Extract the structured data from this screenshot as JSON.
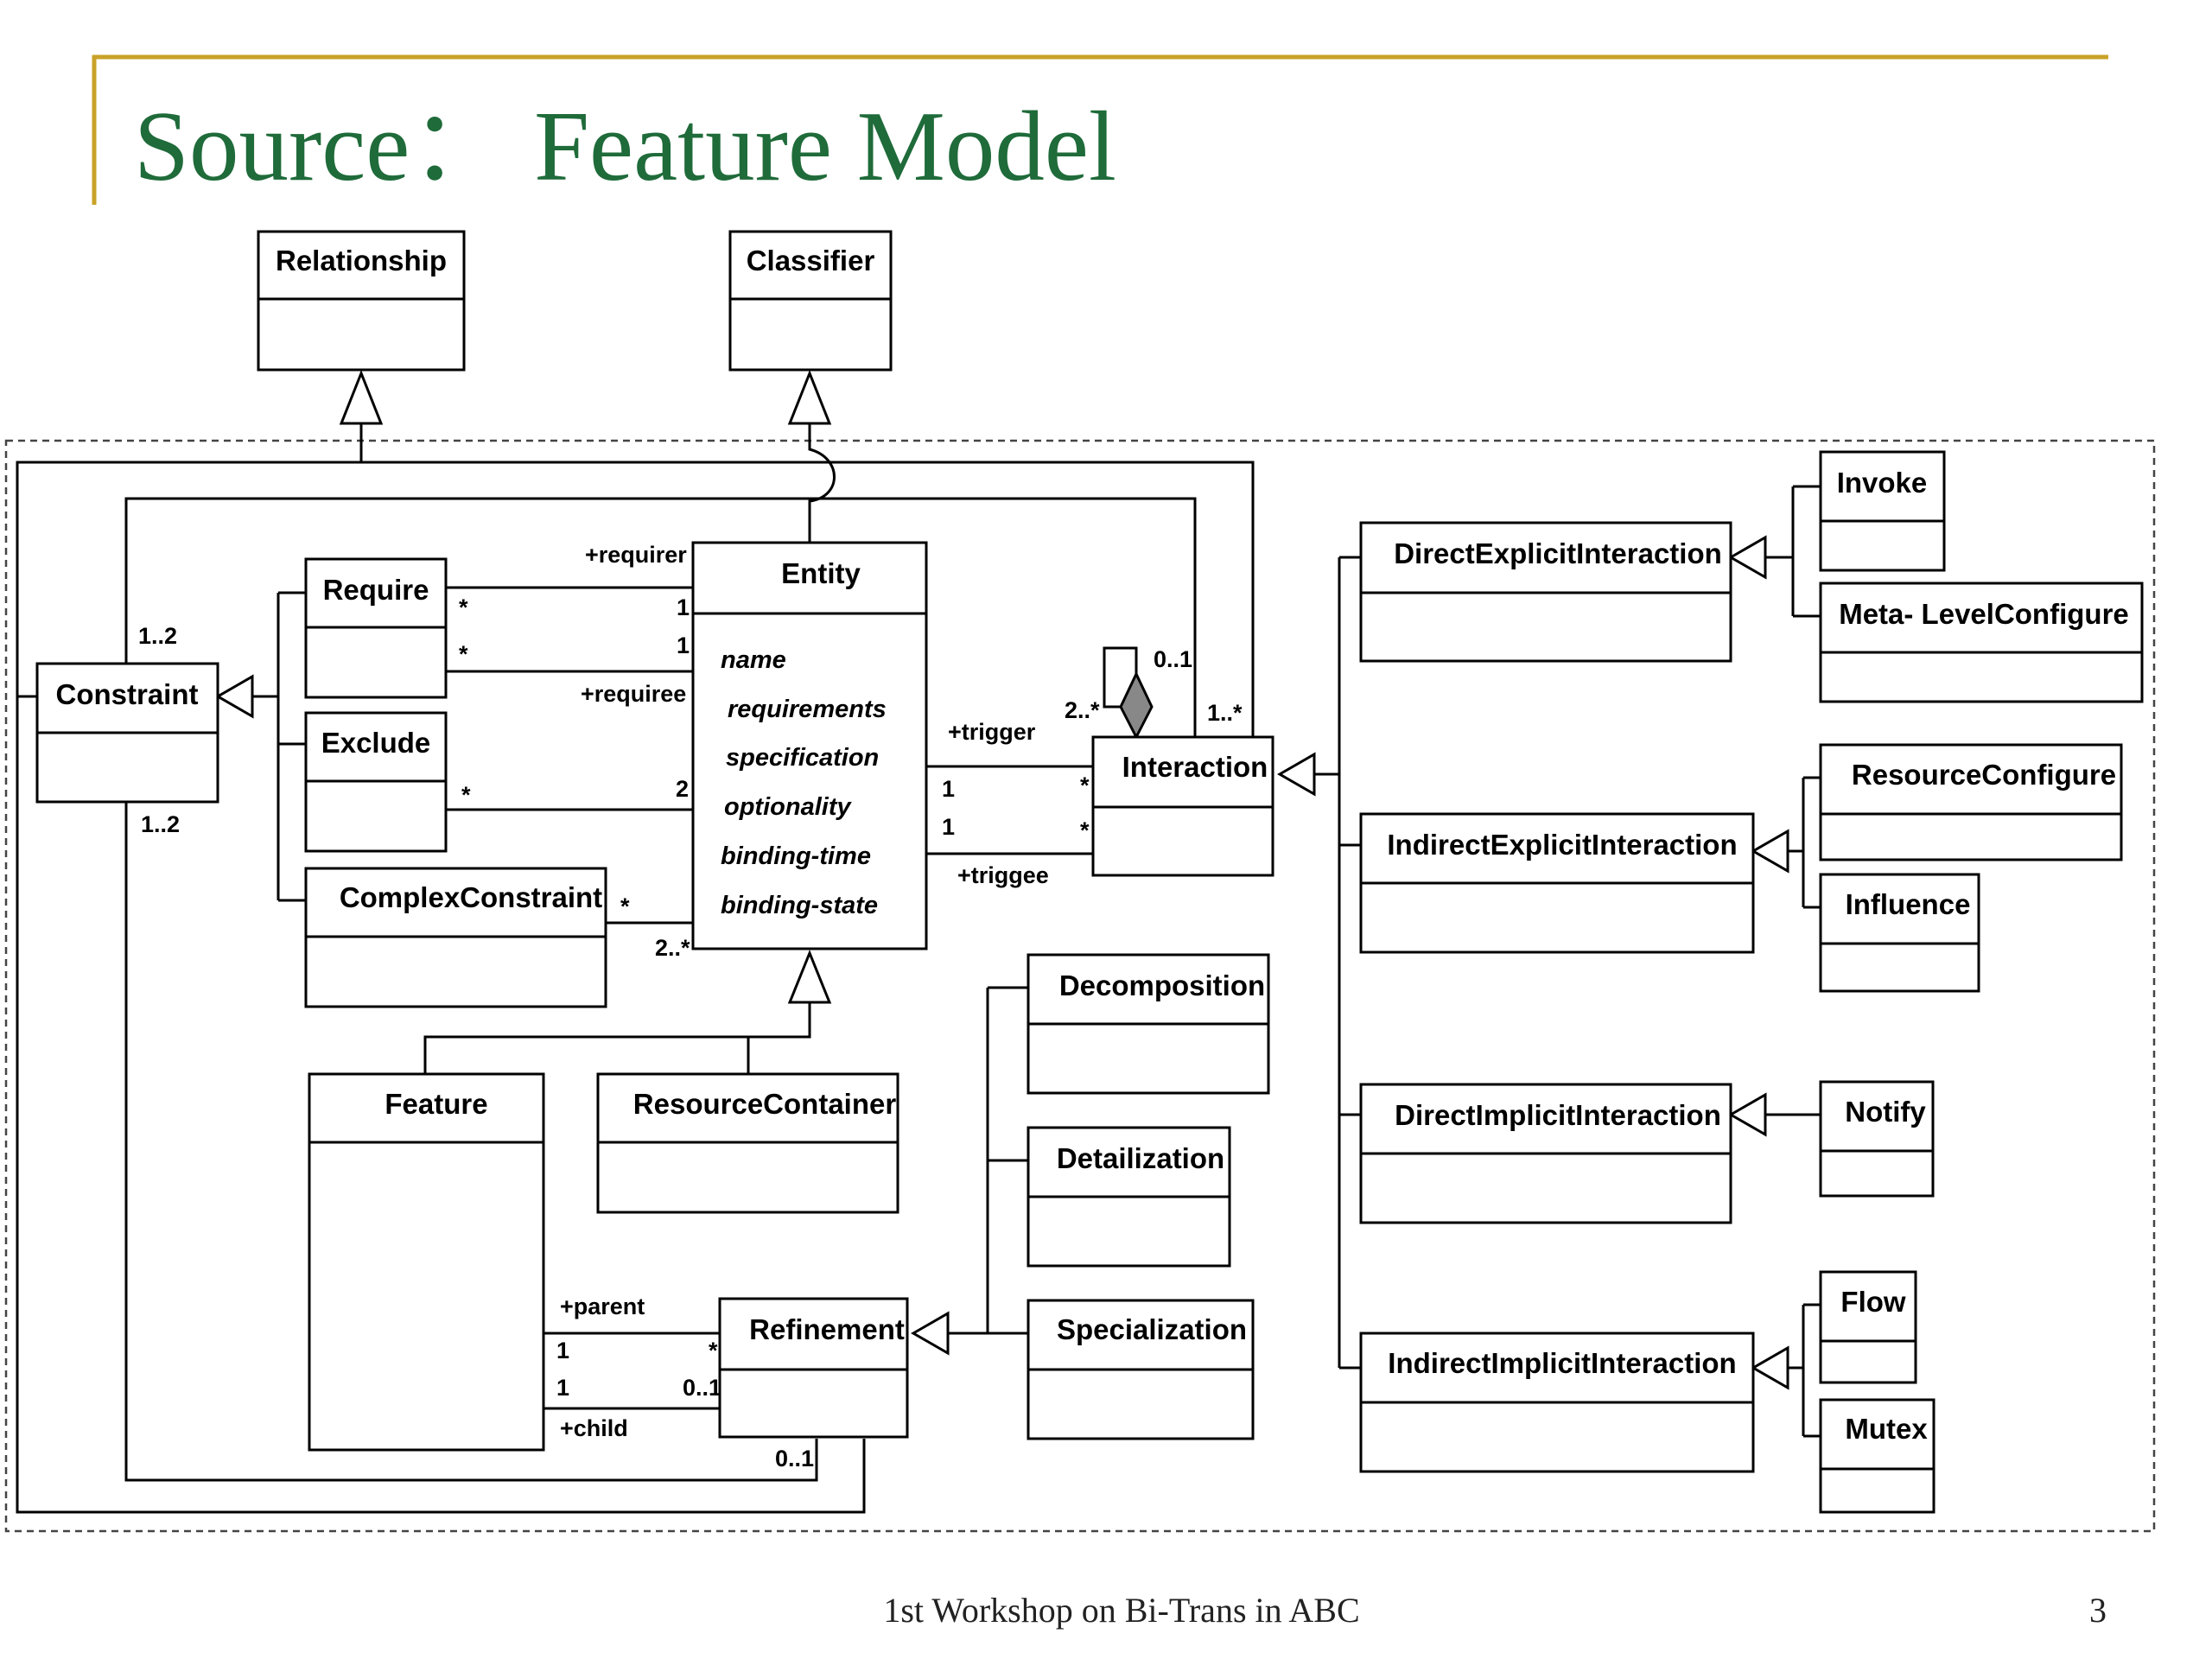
{
  "title": "Source：  Feature Model",
  "footer": {
    "text": "1st Workshop on Bi-Trans in ABC",
    "page_number": "3"
  },
  "colors": {
    "title": "#1f6b3a",
    "rule": "#c9a227",
    "diamond": "#888888"
  },
  "classes": {
    "relationship": "Relationship",
    "classifier": "Classifier",
    "entity": "Entity",
    "constraint": "Constraint",
    "require": "Require",
    "exclude": "Exclude",
    "complex_constraint": "ComplexConstraint",
    "interaction": "Interaction",
    "feature": "Feature",
    "resource_container": "ResourceContainer",
    "refinement": "Refinement",
    "decomposition": "Decomposition",
    "detailization": "Detailization",
    "specialization": "Specialization",
    "direct_explicit": "DirectExplicitInteraction",
    "indirect_explicit": "IndirectExplicitInteraction",
    "direct_implicit": "DirectImplicitInteraction",
    "indirect_implicit": "IndirectImplicitInteraction",
    "invoke": "Invoke",
    "meta_level_configure": "Meta- LevelConfigure",
    "resource_configure": "ResourceConfigure",
    "influence": "Influence",
    "notify": "Notify",
    "flow": "Flow",
    "mutex": "Mutex"
  },
  "entity_attributes": [
    "name",
    "requirements",
    "specification",
    "optionality",
    "binding-time",
    "binding-state"
  ],
  "labels": {
    "requirer": "+requirer",
    "requiree": "+requiree",
    "trigger": "+trigger",
    "triggee": "+triggee",
    "parent": "+parent",
    "child": "+child",
    "one_two_top": "1..2",
    "one_two_bottom": "1..2",
    "req_star_1": "*",
    "req_star_2": "*",
    "req_one_1": "1",
    "req_one_2": "1",
    "exc_star": "*",
    "exc_two": "2",
    "cc_star": "*",
    "cc_two_star": "2..*",
    "int_zero_one": "0..1",
    "int_two_star": "2..*",
    "int_one_star": "1..*",
    "trig_one_1": "1",
    "trig_one_2": "1",
    "trig_star_1": "*",
    "trig_star_2": "*",
    "ref_one_1": "1",
    "ref_one_2": "1",
    "ref_star": "*",
    "ref_zero_one": "0..1",
    "ref_zero_one_bottom": "0..1"
  }
}
